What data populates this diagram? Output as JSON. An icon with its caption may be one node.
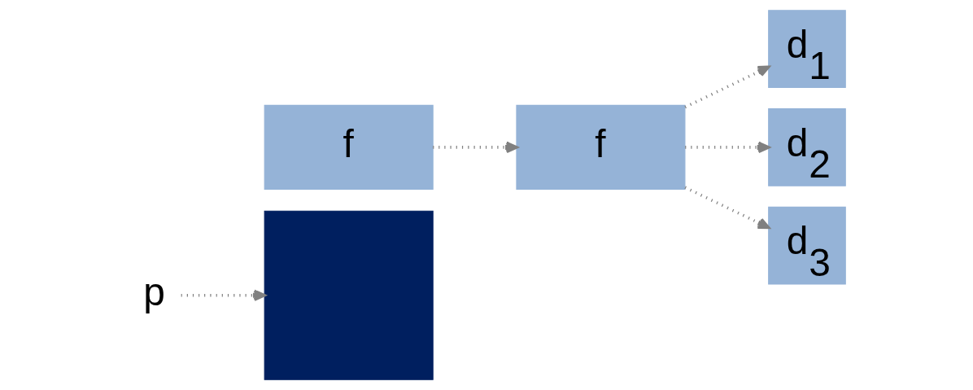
{
  "diagram": {
    "nodes": [
      {
        "text": [
          "p"
        ]
      },
      {
        "text": [
          "f"
        ]
      },
      {
        "text": [],
        "shape": "box"
      },
      {
        "text": [
          "f"
        ]
      },
      {
        "text": [
          "d$_{1}$"
        ]
      },
      {
        "text": [
          "d$_{2}$"
        ]
      },
      {
        "text": [
          "d$_{3}$"
        ]
      }
    ],
    "edges": [
      {
        "from": 0,
        "to": 2,
        "arrow": "to",
        "style": "dashed"
      },
      {
        "from": 1,
        "to": 3,
        "arrow": "to",
        "style": "dashed"
      },
      {
        "from": 3,
        "to": 4,
        "arrow": "to",
        "style": "dashed"
      },
      {
        "from": 3,
        "to": 5,
        "arrow": "to",
        "style": "dashed"
      },
      {
        "from": 3,
        "to": 6,
        "arrow": "to",
        "style": "dashed"
      }
    ]
  }
}
